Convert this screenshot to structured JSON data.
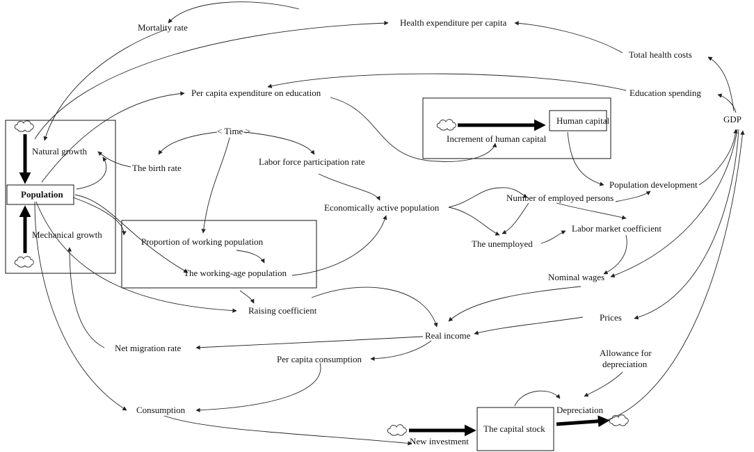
{
  "variables": {
    "mortality_rate": "Mortality rate",
    "health_expenditure_per_capita": "Health expenditure per capita",
    "total_health_costs": "Total health costs",
    "per_capita_expenditure_on_education": "Per capita expenditure on education",
    "education_spending": "Education spending",
    "gdp": "GDP",
    "human_capital": "Human capital",
    "increment_of_human_capital": "Increment of human capital",
    "time": "< Time >",
    "natural_growth": "Natural growth",
    "the_birth_rate": "The birth rate",
    "labor_force_participation_rate": "Labor force participation rate",
    "population": "Population",
    "population_development": "Population development",
    "number_of_employed_persons": "Number of employed persons",
    "economically_active_population": "Economically  active population",
    "mechanical_growth": "Mechanical growth",
    "proportion_of_working_population": "Proportion of working population",
    "labor_market_coefficient": "Labor market coefficient",
    "the_unemployed": "The unemployed",
    "the_working_age_population": "The working-age population",
    "nominal_wages": "Nominal wages",
    "raising_coefficient": "Raising  coefficient",
    "prices": "Prices",
    "real_income": "Real income",
    "net_migration_rate": "Net migration rate",
    "per_capita_consumption": "Per capita consumption",
    "allowance_for_depreciation_line1": "Allowance for",
    "allowance_for_depreciation_line2": "depreciation",
    "depreciation": "Depreciation",
    "consumption": "Consumption",
    "the_capital_stock": "The capital stock",
    "new_investment": "New investment"
  },
  "icons": {
    "source_sink": "cloud-icon",
    "flow": "flow-pipe-arrow",
    "link": "arrow-icon"
  }
}
